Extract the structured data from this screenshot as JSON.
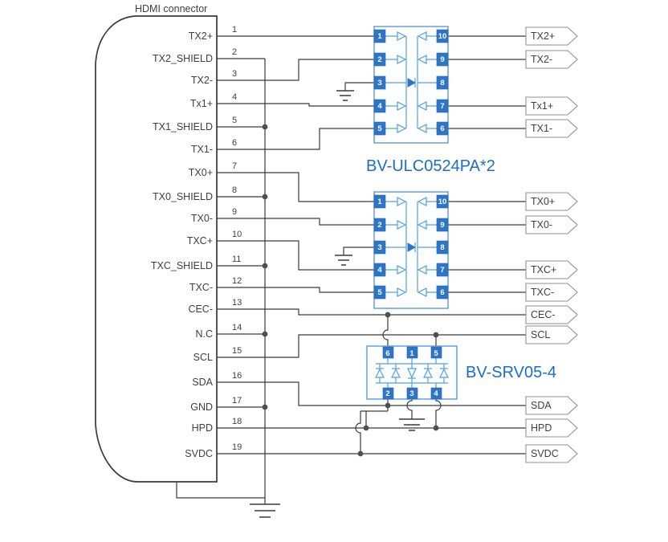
{
  "header": {
    "connector_label": "HDMI connector"
  },
  "colors": {
    "wire": "#3a3a3a",
    "text": "#3f3f3f",
    "part_label_blue": "#1b6ec8",
    "ic_border": "#5b9bd5",
    "ic_pin_box": "#2e75c8",
    "diode_outline": "#58a0d8",
    "junction_dot": "#4f4f4f",
    "tag_border": "#8f8f8f"
  },
  "connector": {
    "pins": [
      {
        "num": "1",
        "name": "TX2+"
      },
      {
        "num": "2",
        "name": "TX2_SHIELD"
      },
      {
        "num": "3",
        "name": "TX2-"
      },
      {
        "num": "4",
        "name": "Tx1+"
      },
      {
        "num": "5",
        "name": "TX1_SHIELD"
      },
      {
        "num": "6",
        "name": "TX1-"
      },
      {
        "num": "7",
        "name": "TX0+"
      },
      {
        "num": "8",
        "name": "TX0_SHIELD"
      },
      {
        "num": "9",
        "name": "TX0-"
      },
      {
        "num": "10",
        "name": "TXC+"
      },
      {
        "num": "11",
        "name": "TXC_SHIELD"
      },
      {
        "num": "12",
        "name": "TXC-"
      },
      {
        "num": "13",
        "name": "CEC-"
      },
      {
        "num": "14",
        "name": "N.C"
      },
      {
        "num": "15",
        "name": "SCL"
      },
      {
        "num": "16",
        "name": "SDA"
      },
      {
        "num": "17",
        "name": "GND"
      },
      {
        "num": "18",
        "name": "HPD"
      },
      {
        "num": "19",
        "name": "SVDC"
      }
    ]
  },
  "part_labels": {
    "ulc": "BV-ULC0524PA*2",
    "srv": "BV-SRV05-4"
  },
  "ic1": {
    "left_pins": [
      "1",
      "2",
      "3",
      "4",
      "5"
    ],
    "right_pins": [
      "10",
      "9",
      "8",
      "7",
      "6"
    ]
  },
  "ic2": {
    "left_pins": [
      "1",
      "2",
      "3",
      "4",
      "5"
    ],
    "right_pins": [
      "10",
      "9",
      "8",
      "7",
      "6"
    ]
  },
  "srv": {
    "top_pins": [
      "6",
      "1",
      "5"
    ],
    "bottom_pins": [
      "2",
      "3",
      "4"
    ]
  },
  "output_tags": [
    {
      "label": "TX2+"
    },
    {
      "label": "TX2-"
    },
    {
      "label": "Tx1+"
    },
    {
      "label": "TX1-"
    },
    {
      "label": "TX0+"
    },
    {
      "label": "TX0-"
    },
    {
      "label": "TXC+"
    },
    {
      "label": "TXC-"
    },
    {
      "label": "CEC-"
    },
    {
      "label": "SCL"
    },
    {
      "label": "SDA"
    },
    {
      "label": "HPD"
    },
    {
      "label": "SVDC"
    }
  ]
}
